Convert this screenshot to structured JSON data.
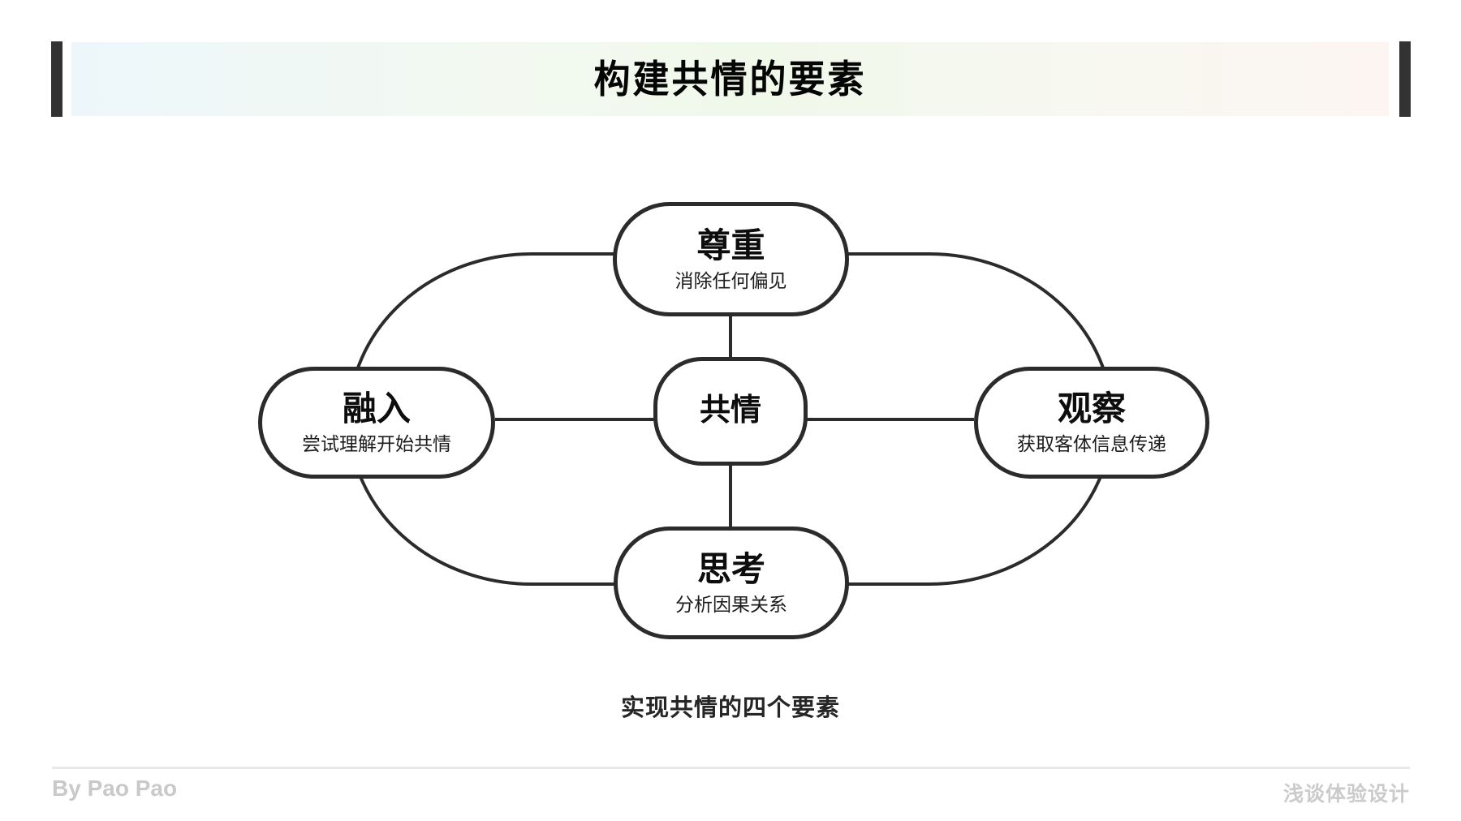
{
  "header": {
    "title": "构建共情的要素",
    "bar_color": "#333333",
    "gradient_colors": [
      "#edf7fb",
      "#f0f8ea",
      "#fcf5f1"
    ]
  },
  "diagram": {
    "line_color": "#2b2b2b",
    "center_node": {
      "title": "共情"
    },
    "nodes": [
      {
        "id": "respect",
        "position": "top",
        "title": "尊重",
        "subtitle": "消除任何偏见"
      },
      {
        "id": "immerse",
        "position": "left",
        "title": "融入",
        "subtitle": "尝试理解开始共情"
      },
      {
        "id": "observe",
        "position": "right",
        "title": "观察",
        "subtitle": "获取客体信息传递"
      },
      {
        "id": "think",
        "position": "bottom",
        "title": "思考",
        "subtitle": "分析因果关系"
      }
    ]
  },
  "caption": "实现共情的四个要素",
  "footer": {
    "author": "By Pao Pao",
    "brand": "浅谈体验设计"
  }
}
